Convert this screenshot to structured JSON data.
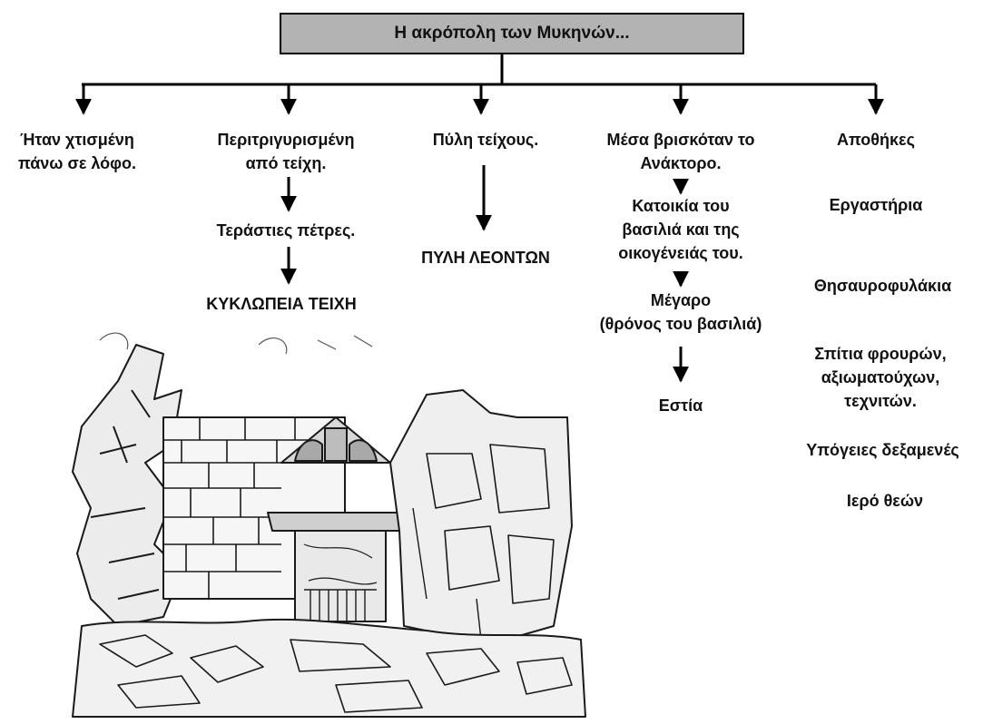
{
  "root": {
    "label": "Η ακρόπολη των Μυκηνών..."
  },
  "col1": {
    "node1": "Ήταν χτισμένη\nπάνω σε λόφο."
  },
  "col2": {
    "node1": "Περιτριγυρισμένη\nαπό τείχη.",
    "node2": "Τεράστιες πέτρες.",
    "node3": "ΚΥΚΛΩΠΕΙΑ  ΤΕΙΧΗ"
  },
  "col3": {
    "node1": "Πύλη τείχους.",
    "node2": "ΠΥΛΗ ΛΕΟΝΤΩΝ"
  },
  "col4": {
    "node1": "Μέσα βρισκόταν το\nΑνάκτορο.",
    "node2": "Κατοικία του\nβασιλιά και της\nοικογένειάς του.",
    "node3": "Μέγαρο\n(θρόνος του βασιλιά)",
    "node4": "Εστία"
  },
  "col5": {
    "items": [
      "Αποθήκες",
      "Εργαστήρια",
      "Θησαυροφυλάκια",
      "Σπίτια φρουρών,\nαξιωματούχων,\nτεχνιτών.",
      "Υπόγειες δεξαμενές",
      "Ιερό θεών"
    ]
  },
  "colors": {
    "root_fill": "#b3b3b3",
    "lines": "#000000",
    "text": "#111111"
  }
}
